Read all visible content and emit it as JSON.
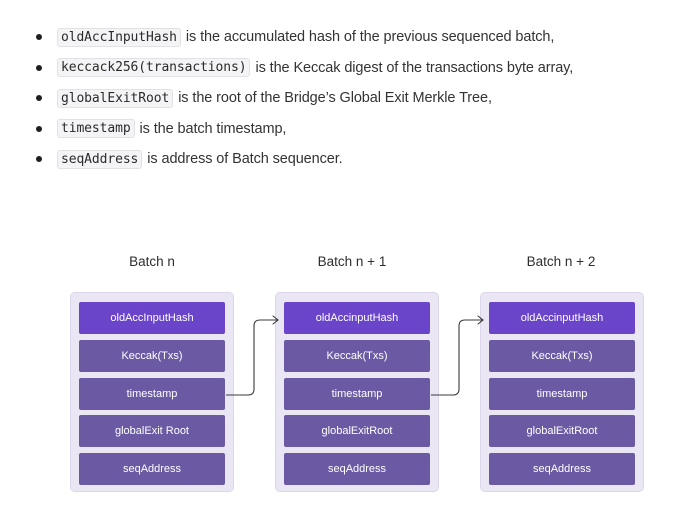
{
  "bullets": [
    {
      "code": "oldAccInputHash",
      "text": "is the accumulated hash of the previous sequenced batch,"
    },
    {
      "code": "keccack256(transactions)",
      "text": "is the Keccak digest of the transactions byte array,"
    },
    {
      "code": "globalExitRoot",
      "text": "is the root of the Bridge’s Global Exit Merkle Tree,"
    },
    {
      "code": "timestamp",
      "text": "is the batch timestamp,"
    },
    {
      "code": "seqAddress",
      "text": "is address of Batch sequencer."
    }
  ],
  "batches": [
    {
      "label": "Batch n",
      "fields": [
        "oldAccInputHash",
        "Keccak(Txs)",
        "timestamp",
        "globalExit Root",
        "seqAddress"
      ]
    },
    {
      "label": "Batch n + 1",
      "fields": [
        "oldAccinputHash",
        "Keccak(Txs)",
        "timestamp",
        "globalExitRoot",
        "seqAddress"
      ]
    },
    {
      "label": "Batch n + 2",
      "fields": [
        "oldAccinputHash",
        "Keccak(Txs)",
        "timestamp",
        "globalExitRoot",
        "seqAddress"
      ]
    }
  ],
  "colors": {
    "panel": "#ebe6f4",
    "field": "#6b5aa3",
    "field_highlight": "#6a45c9",
    "connector": "#3a3a3a"
  }
}
